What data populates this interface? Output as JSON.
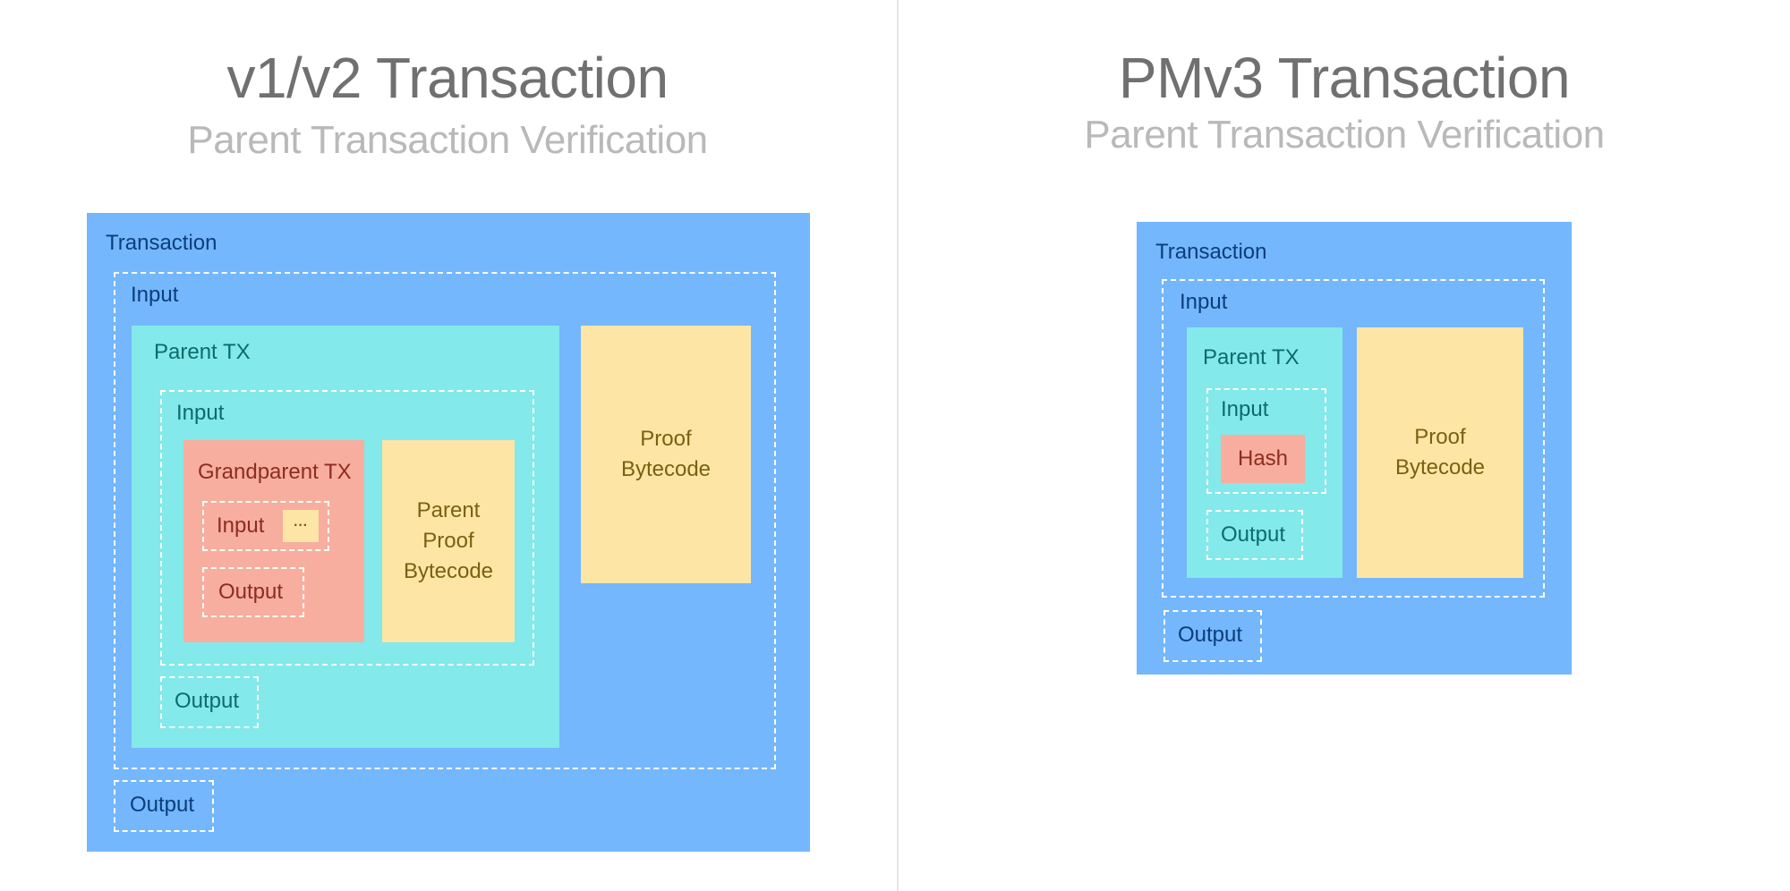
{
  "left": {
    "title": "v1/v2 Transaction",
    "subtitle": "Parent Transaction Verification",
    "transaction_label": "Transaction",
    "input_label": "Input",
    "parent_tx_label": "Parent TX",
    "parent_input_label": "Input",
    "grandparent_tx_label": "Grandparent TX",
    "grandparent_input_label": "Input",
    "ellipsis": "···",
    "grandparent_output_label": "Output",
    "parent_proof_bytecode": "Parent\nProof\nBytecode",
    "parent_output_label": "Output",
    "proof_bytecode": "Proof\nBytecode",
    "output_label": "Output"
  },
  "right": {
    "title": "PMv3 Transaction",
    "subtitle": "Parent Transaction Verification",
    "transaction_label": "Transaction",
    "input_label": "Input",
    "parent_tx_label": "Parent TX",
    "parent_input_label": "Input",
    "hash_label": "Hash",
    "parent_output_label": "Output",
    "proof_bytecode": "Proof\nBytecode",
    "output_label": "Output"
  },
  "colors": {
    "transaction": "#74b7fc",
    "parent_tx": "#83e9ea",
    "grandparent_tx": "#f7ae9f",
    "bytecode": "#fde6a5",
    "title": "#707070",
    "subtitle": "#b9b9b9"
  }
}
